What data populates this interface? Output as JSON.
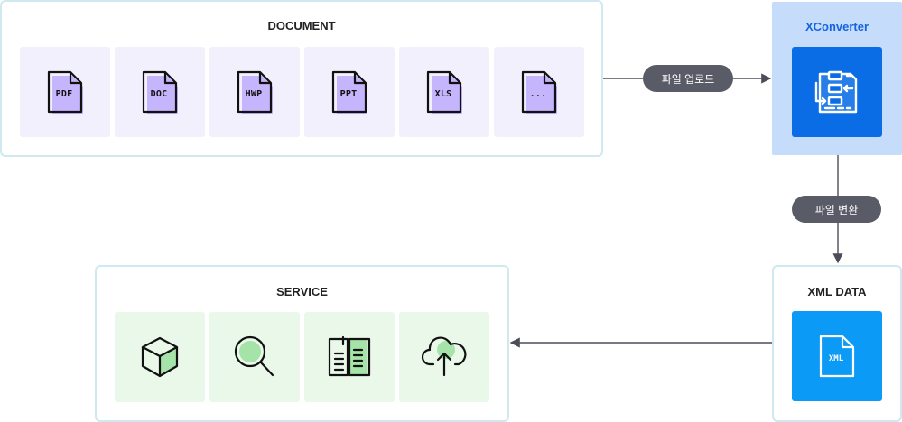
{
  "document": {
    "title": "DOCUMENT",
    "file_types": [
      "PDF",
      "DOC",
      "HWP",
      "PPT",
      "XLS",
      "..."
    ]
  },
  "upload_label": "파일 업로드",
  "xconverter": {
    "title": "XConverter",
    "icon": "converter-icon"
  },
  "convert_label": "파일 변환",
  "xml_data": {
    "title": "XML DATA",
    "file_label": "XML"
  },
  "service": {
    "title": "SERVICE",
    "icons": [
      "cube-icon",
      "search-icon",
      "book-icon",
      "cloud-upload-icon"
    ]
  },
  "colors": {
    "panel_border": "#cfe9f1",
    "doc_tile": "#f3f0fd",
    "doc_accent": "#c4b5fd",
    "service_tile": "#eaf8ea",
    "service_accent": "#a6e3a8",
    "xconverter_bg": "#c5dcfa",
    "xconverter_tile": "#0a6de6",
    "xml_tile": "#0b9bf6",
    "pill": "#595b67"
  }
}
